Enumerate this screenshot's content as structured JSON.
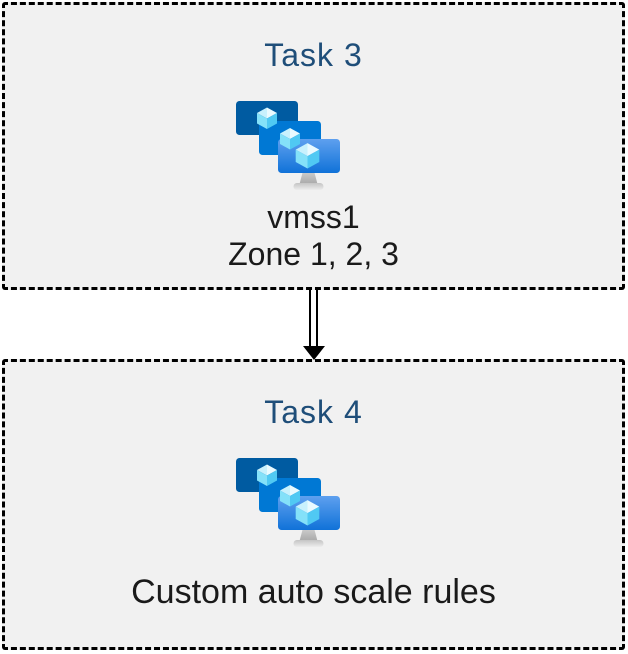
{
  "diagram": {
    "tasks": [
      {
        "id": "task3",
        "title": "Task 3",
        "icon": "vmss-icon",
        "lines": [
          "vmss1",
          "Zone 1, 2, 3"
        ]
      },
      {
        "id": "task4",
        "title": "Task 4",
        "icon": "vmss-icon",
        "lines": [
          "Custom auto scale rules"
        ]
      }
    ],
    "connector": {
      "type": "double-line-arrow",
      "direction": "down",
      "from": "task3",
      "to": "task4"
    }
  },
  "colors": {
    "canvas-bg": "#FFFFFF",
    "box-bg": "#F1F1F1",
    "box-border": "#000000",
    "title-color": "#1F4E79",
    "text-color": "#1A1A1A",
    "arrow-color": "#000000",
    "monitor-back": "#005BA1",
    "monitor-mid": "#0078D4",
    "front-top": "#5EA0EF",
    "front-bottom": "#1072D8",
    "cube-top-l": "#C8F1FD",
    "cube-top-r": "#E9FAFF",
    "cube-left": "#84E1F9",
    "cube-right": "#50C9F3",
    "stand-neck-top": "#CFCFCF",
    "stand-neck-bottom": "#A9A9A9",
    "stand-base-top": "#C4C4C4",
    "stand-base-bottom": "#EDEDED"
  }
}
